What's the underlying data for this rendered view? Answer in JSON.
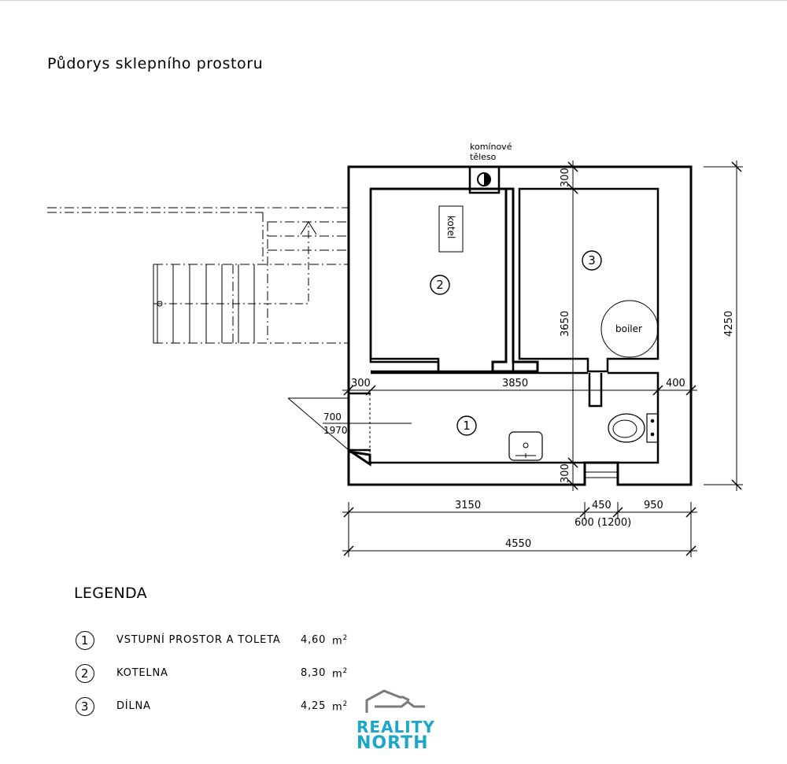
{
  "title": "Půdorys sklepního prostoru",
  "labels": {
    "chimney_line1": "komínové",
    "chimney_line2": "těleso",
    "kotel": "kotel",
    "boiler": "boiler",
    "room1": "1",
    "room2": "2",
    "room3": "3"
  },
  "dimensions": {
    "height_total": "4250",
    "height_inner": "3650",
    "top_wall": "300",
    "bottom_wall": "300",
    "left_wall": "300",
    "inner_width": "3850",
    "right_wall": "400",
    "door_height": "700",
    "door_width": "1970",
    "bottom_1": "3150",
    "bottom_2": "450",
    "bottom_3": "950",
    "window": "600 (1200)",
    "total_width": "4550"
  },
  "legend": {
    "title": "LEGENDA",
    "rows": [
      {
        "num": "1",
        "name": "VSTUPNÍ PROSTOR A TOLETA",
        "area": "4,60",
        "unit": "m",
        "exp": "2"
      },
      {
        "num": "2",
        "name": "KOTELNA",
        "area": "8,30",
        "unit": "m",
        "exp": "2"
      },
      {
        "num": "3",
        "name": "DÍLNA",
        "area": "4,25",
        "unit": "m",
        "exp": "2"
      }
    ]
  },
  "logo": {
    "line1": "REALITY",
    "line2": "NORTH"
  },
  "colors": {
    "logo": "#1ba7c9",
    "lines": "#000000"
  }
}
